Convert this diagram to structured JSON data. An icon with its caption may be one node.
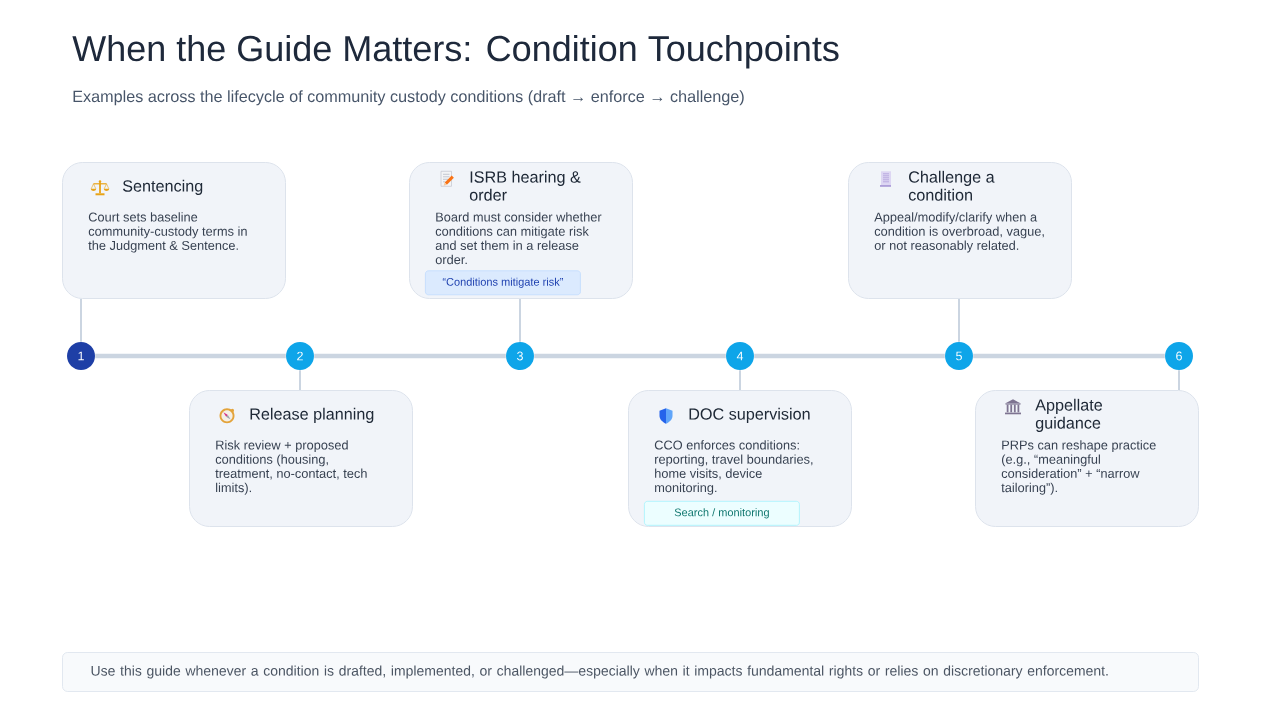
{
  "diagram": {
    "title": "When the Guide Matters: Condition Touchpoints",
    "nodes": [
      {
        "text": [
          "Sentencing",
          "Court sets baseline community-custody terms in the Judgment & Sentence."
        ]
      },
      {
        "text": [
          "ISRB hearing & order",
          "Board must consider whether conditions can mitigate risk and set them in a release order."
        ]
      },
      {
        "text": [
          "“Conditions mitigate risk”"
        ],
        "in": 1
      },
      {
        "text": [
          "Challenge a condition",
          "Appeal/modify/clarify when a condition is overbroad, vague, or not reasonably related."
        ]
      },
      {
        "text": [
          "1"
        ]
      },
      {
        "text": [
          "2"
        ]
      },
      {
        "text": [
          "3"
        ]
      },
      {
        "text": [
          "4"
        ]
      },
      {
        "text": [
          "5"
        ]
      },
      {
        "text": [
          "6"
        ]
      },
      {
        "text": [
          "Release planning",
          "Risk review + proposed conditions (housing, treatment, no-contact, tech limits)."
        ]
      },
      {
        "text": [
          "DOC supervision",
          "CCO enforces conditions: reporting, travel boundaries, home visits, device monitoring."
        ]
      },
      {
        "text": [
          "Search / monitoring"
        ],
        "in": 11
      },
      {
        "text": [
          "Appellate guidance",
          "PRPs can reshape practice (e.g., “meaningful consideration” + “narrow tailoring”)."
        ]
      },
      {
        "text": [
          "Use this guide whenever a condition is drafted, implemented, or challenged—especially when it impacts fundamental rights or relies on discretionary enforcement."
        ]
      }
    ],
    "edges": [
      {
        "from": 4,
        "to": 5,
        "arrow": "none",
        "style": "thick"
      },
      {
        "from": 5,
        "to": 6,
        "arrow": "none",
        "style": "thick"
      },
      {
        "from": 6,
        "to": 7,
        "arrow": "none",
        "style": "thick"
      },
      {
        "from": 7,
        "to": 8,
        "arrow": "none",
        "style": "thick"
      },
      {
        "from": 8,
        "to": 9,
        "arrow": "none",
        "style": "thick"
      },
      {
        "from": 4,
        "to": 0,
        "arrow": "none"
      },
      {
        "from": 5,
        "to": 10,
        "arrow": "none"
      },
      {
        "from": 6,
        "to": 1,
        "arrow": "none"
      },
      {
        "from": 7,
        "to": 11,
        "arrow": "none"
      },
      {
        "from": 8,
        "to": 3,
        "arrow": "none"
      },
      {
        "from": 9,
        "to": 13,
        "arrow": "none"
      }
    ],
    "labels": [
      "Examples across the lifecycle of community custody conditions (draft → enforce → challenge)"
    ]
  }
}
